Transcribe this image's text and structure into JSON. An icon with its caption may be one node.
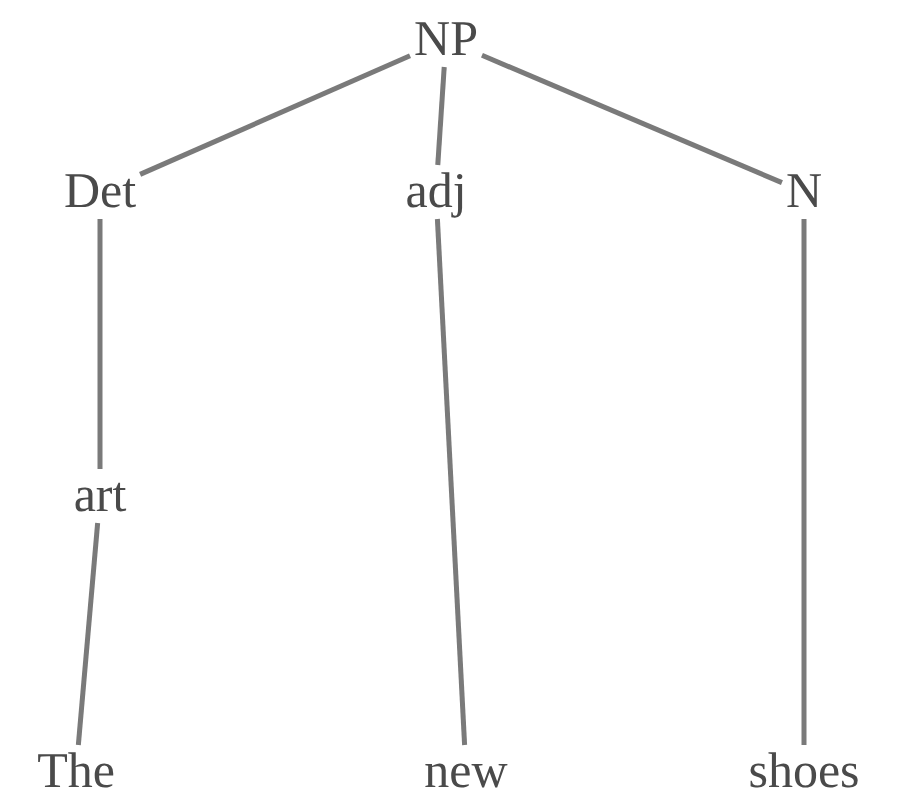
{
  "diagram": {
    "nodes": [
      {
        "text": [
          "NP"
        ]
      },
      {
        "text": [
          "Det"
        ]
      },
      {
        "text": [
          "adj"
        ]
      },
      {
        "text": [
          "N"
        ]
      },
      {
        "text": [
          "art"
        ]
      },
      {
        "text": [
          "The"
        ]
      },
      {
        "text": [
          "new"
        ]
      },
      {
        "text": [
          "shoes"
        ]
      }
    ],
    "edges": [
      {
        "from": 0,
        "to": 1,
        "arrow": "none"
      },
      {
        "from": 0,
        "to": 2,
        "arrow": "none"
      },
      {
        "from": 0,
        "to": 3,
        "arrow": "none"
      },
      {
        "from": 1,
        "to": 4,
        "arrow": "none"
      },
      {
        "from": 4,
        "to": 5,
        "arrow": "none"
      },
      {
        "from": 2,
        "to": 6,
        "arrow": "none"
      },
      {
        "from": 3,
        "to": 7,
        "arrow": "none"
      }
    ]
  }
}
